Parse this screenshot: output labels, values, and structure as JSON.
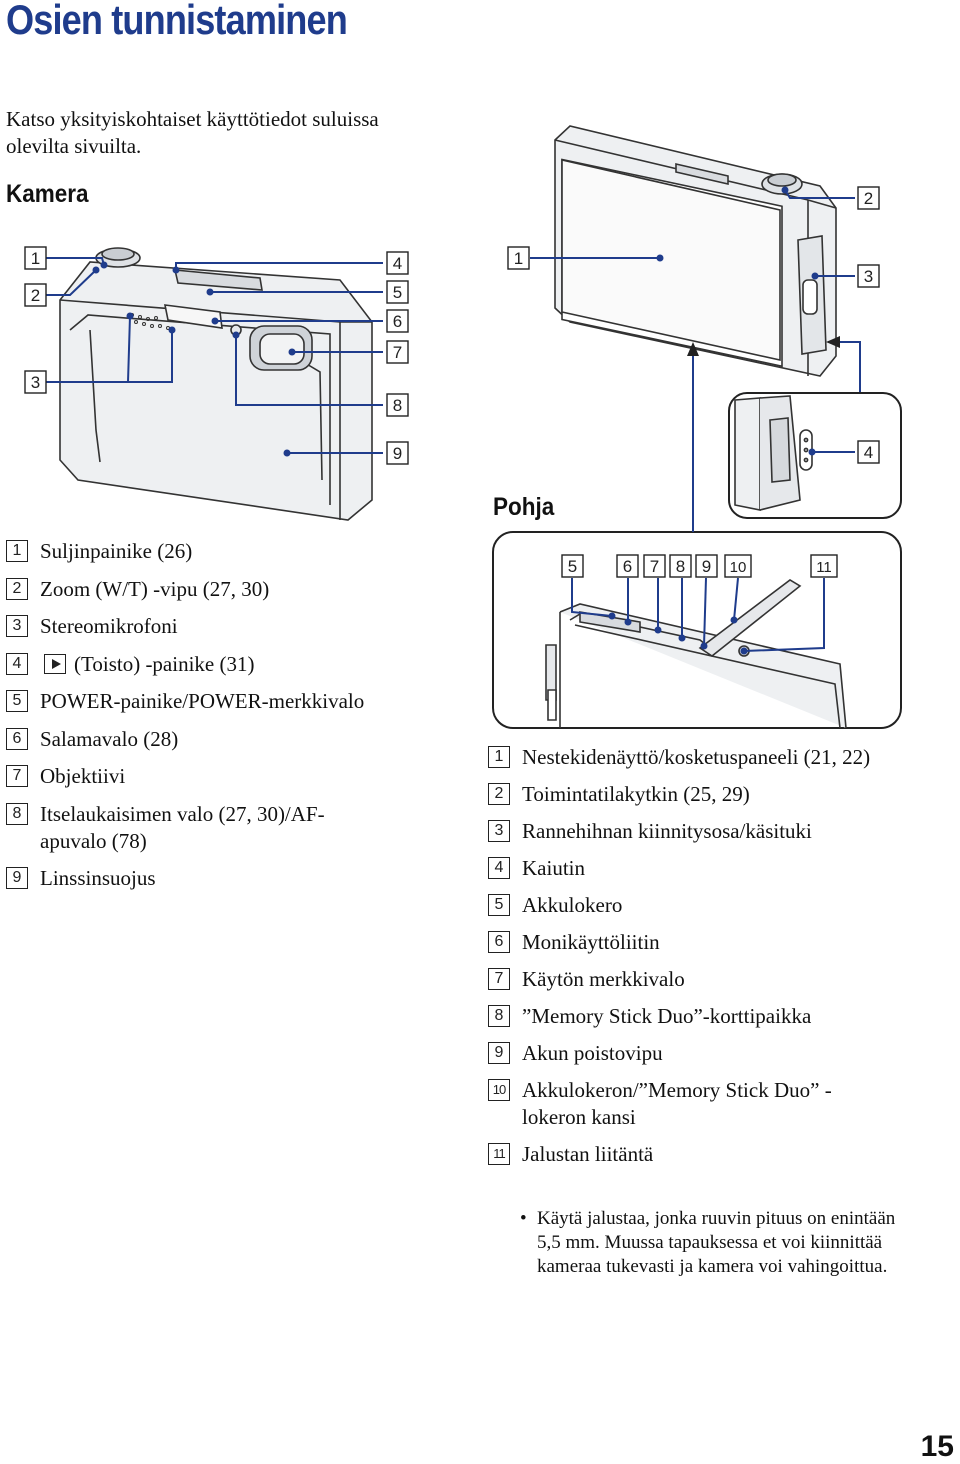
{
  "page": {
    "title": "Osien tunnistaminen",
    "intro": "Katso yksityiskohtaiset käyttötiedot suluissa olevilta sivuilta.",
    "section_camera": "Kamera",
    "section_bottom": "Pohja",
    "page_number": "15"
  },
  "callouts": [
    "1",
    "2",
    "3",
    "4",
    "5",
    "6",
    "7",
    "8",
    "9",
    "10",
    "11"
  ],
  "front_list": [
    {
      "num": "1",
      "text": "Suljinpainike (26)"
    },
    {
      "num": "2",
      "text": "Zoom (W/T) -vipu (27, 30)"
    },
    {
      "num": "3",
      "text": "Stereomikrofoni"
    },
    {
      "num": "4",
      "text": "(Toisto) -painike (31)",
      "icon": "play-icon"
    },
    {
      "num": "5",
      "text": "POWER-painike/POWER-merkkivalo"
    },
    {
      "num": "6",
      "text": "Salamavalo (28)"
    },
    {
      "num": "7",
      "text": "Objektiivi"
    },
    {
      "num": "8",
      "text": "Itselaukaisimen valo (27, 30)/AF-apuvalo (78)"
    },
    {
      "num": "9",
      "text": "Linssinsuojus"
    }
  ],
  "back_list": [
    {
      "num": "1",
      "text": "Nestekidenäyttö/kosketuspaneeli (21, 22)"
    },
    {
      "num": "2",
      "text": "Toimintatilakytkin (25, 29)"
    },
    {
      "num": "3",
      "text": "Rannehihnan kiinnitysosa/käsituki"
    },
    {
      "num": "4",
      "text": "Kaiutin"
    },
    {
      "num": "5",
      "text": "Akkulokero"
    },
    {
      "num": "6",
      "text": "Monikäyttöliitin"
    },
    {
      "num": "7",
      "text": "Käytön merkkivalo"
    },
    {
      "num": "8",
      "text": "”Memory Stick Duo”-korttipaikka"
    },
    {
      "num": "9",
      "text": "Akun poistovipu"
    },
    {
      "num": "10",
      "text": "Akkulokeron/”Memory Stick Duo” -lokeron kansi"
    },
    {
      "num": "11",
      "text": "Jalustan liitäntä"
    }
  ],
  "note": {
    "bullet": "•",
    "text": "Käytä jalustaa, jonka ruuvin pituus on enintään 5,5 mm. Muussa tapauksessa et voi kiinnittää kameraa tukevasti ja kamera voi vahingoittua."
  }
}
